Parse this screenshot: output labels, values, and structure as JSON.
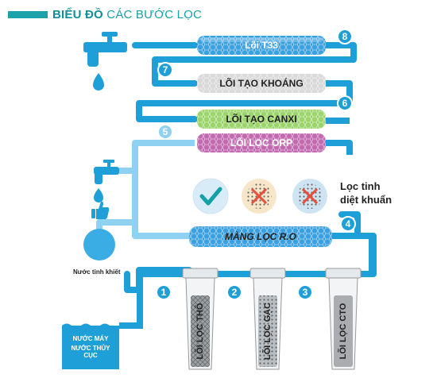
{
  "title": {
    "part1": "BIỂU ĐỒ",
    "part2": "CÁC BƯỚC LỌC"
  },
  "filters_top": [
    {
      "step": "8",
      "label": "Lõi T33",
      "color": "#3aa0e0"
    },
    {
      "step": "7",
      "label": "LÕI TẠO KHOÁNG",
      "color": "#d6d6d6"
    },
    {
      "step": "6",
      "label": "LÕI TẠO CANXI",
      "color": "#9bd46a"
    },
    {
      "step": "5",
      "label": "LÕI LỌC ORP",
      "color": "#c26ab0"
    }
  ],
  "membrane": {
    "step": "4",
    "label": "MÀNG LỌC R.O"
  },
  "bottom_filters": [
    {
      "step": "1",
      "label": "LÕI LỌC THÔ"
    },
    {
      "step": "2",
      "label": "LÕI LỌC GẠC"
    },
    {
      "step": "3",
      "label": "LÕI LỌC  CTO"
    }
  ],
  "sterilize_label": "Lọc tinh\ndiệt khuẩn",
  "sterilize_line1": "Lọc tinh",
  "sterilize_line2": "diệt khuẩn",
  "pure_water_label": "Nước tinh khiết",
  "source_label_line1": "NƯỚC MÁY",
  "source_label_line2": "NƯỚC THỦY CỤC",
  "colors": {
    "pipe": "#1e9fd8",
    "pipe_light": "#8fd1f0",
    "teal": "#1aa0a8"
  }
}
